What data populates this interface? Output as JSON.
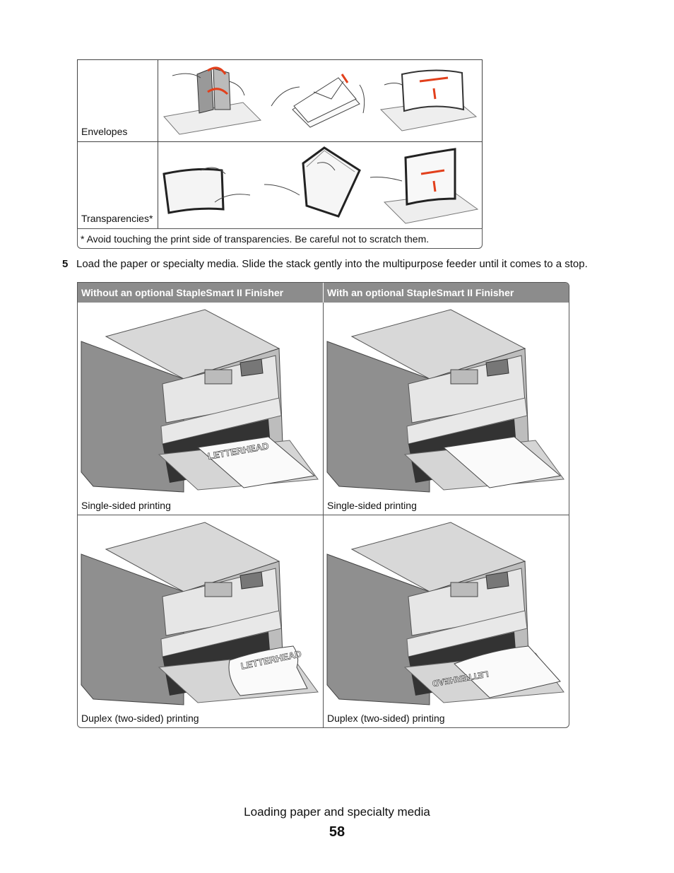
{
  "media_table": {
    "rows": [
      {
        "label": "Envelopes"
      },
      {
        "label": "Transparencies*"
      }
    ],
    "note": "* Avoid touching the print side of transparencies. Be careful not to scratch them."
  },
  "step": {
    "number": "5",
    "text": "Load the paper or specialty media. Slide the stack gently into the multipurpose feeder until it comes to a stop."
  },
  "load_table": {
    "headers": [
      "Without an optional StapleSmart II Finisher",
      "With an optional StapleSmart II Finisher"
    ],
    "captions": {
      "single_left": "Single-sided printing",
      "single_right": "Single-sided printing",
      "duplex_left": "Duplex (two-sided) printing",
      "duplex_right": "Duplex (two-sided) printing"
    },
    "paper_label": "LETTERHEAD"
  },
  "footer": {
    "title": "Loading paper and specialty media",
    "page_number": "58"
  },
  "colors": {
    "header_bg": "#8c8c8c",
    "arrow": "#e2401c"
  }
}
